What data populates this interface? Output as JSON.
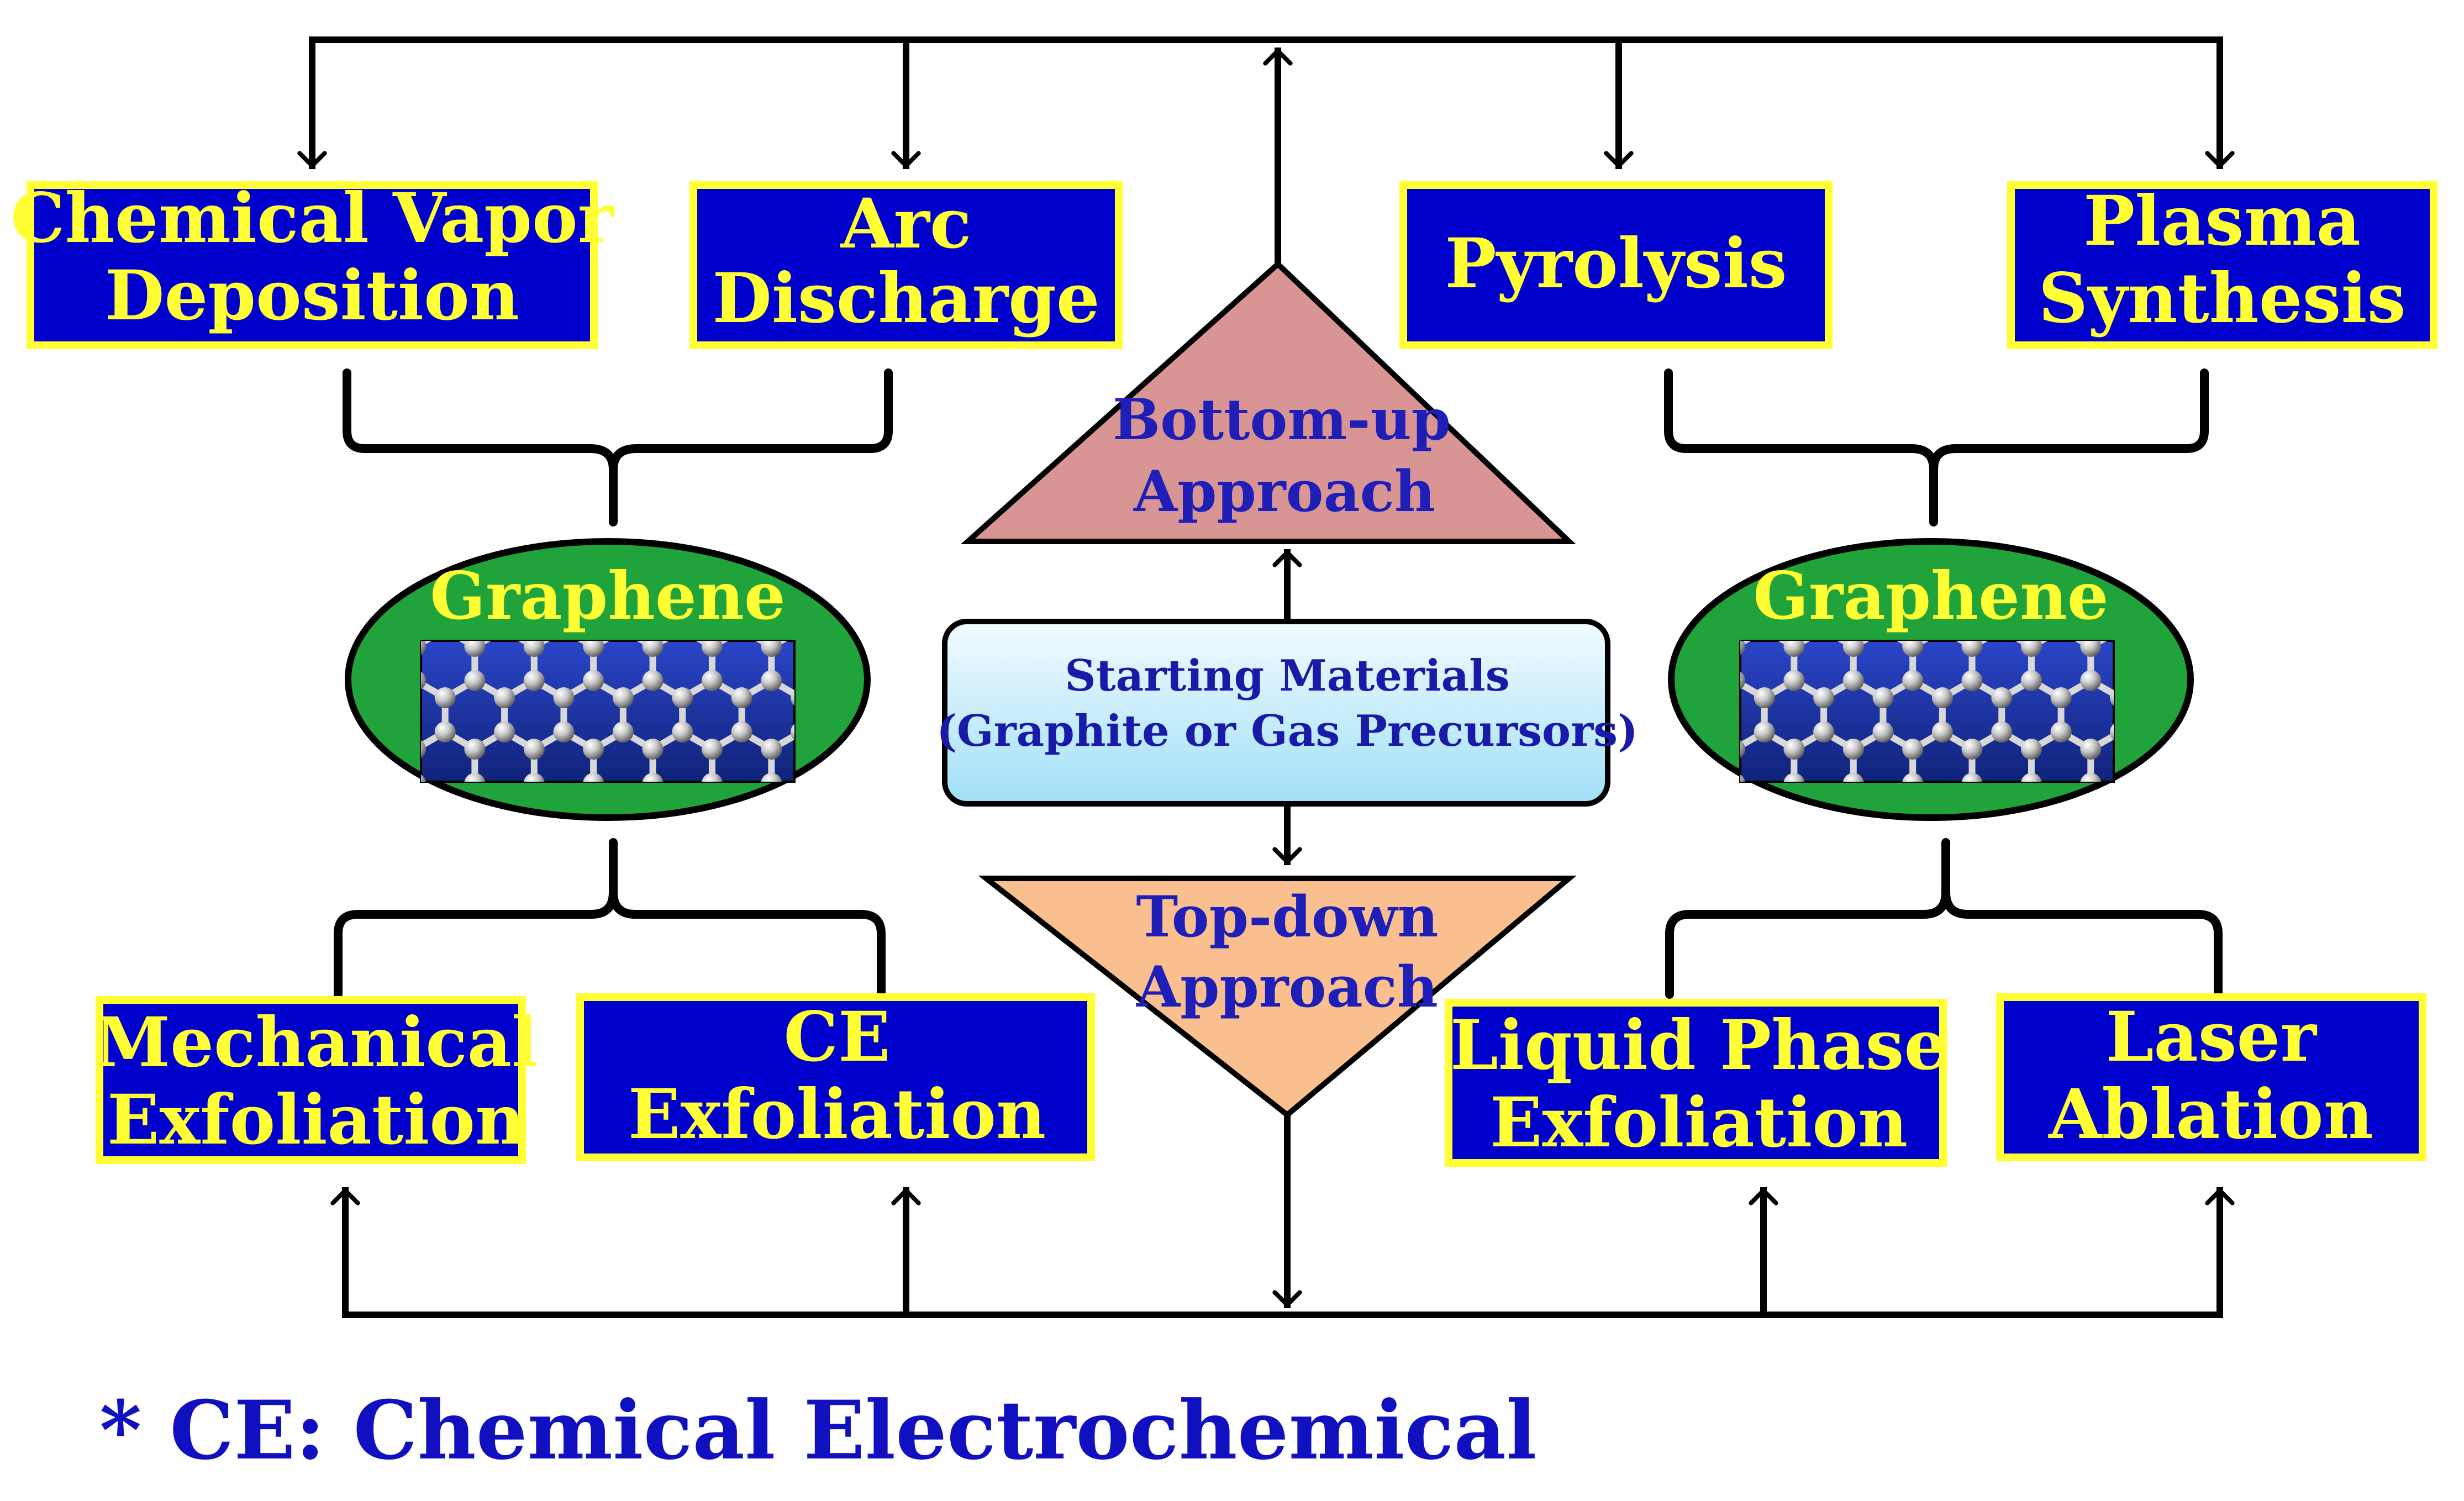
{
  "colors": {
    "box_fill": "#0000cc",
    "box_border": "#ffff33",
    "box_text": "#ffff33",
    "connector": "#000000",
    "ellipse_fill": "#1fa33a",
    "ellipse_text": "#ffff33",
    "bottom_up_fill": "#d99594",
    "top_down_fill": "#f9bf8f",
    "triangle_text": "#1f1fb8",
    "center_box_fill_top": "#f2fbff",
    "center_box_fill_bottom": "#9fe0f6",
    "center_text": "#1a1aa8",
    "footnote_text": "#1010c0",
    "graphene_bg": "#1a2fa0"
  },
  "top_methods": {
    "cvd": {
      "line1": "Chemical Vapor",
      "line2": "Deposition"
    },
    "arc": {
      "line1": "Arc",
      "line2": "Discharge"
    },
    "pyrolysis": {
      "line1": "Pyrolysis"
    },
    "plasma": {
      "line1": "Plasma",
      "line2": "Synthesis"
    }
  },
  "bottom_methods": {
    "mechanical": {
      "line1": "Mechanical",
      "line2": "Exfoliation"
    },
    "ce": {
      "line1": "CE",
      "line2": "Exfoliation"
    },
    "liquid": {
      "line1": "Liquid Phase",
      "line2": "Exfoliation"
    },
    "laser": {
      "line1": "Laser",
      "line2": "Ablation"
    }
  },
  "graphene": {
    "left_label": "Graphene",
    "right_label": "Graphene",
    "image_icon": "graphene-lattice-icon"
  },
  "approaches": {
    "bottom_up": {
      "line1": "Bottom-up",
      "line2": "Approach"
    },
    "top_down": {
      "line1": "Top-down",
      "line2": "Approach"
    }
  },
  "starting_materials": {
    "line1": "Starting Materials",
    "line2": "(Graphite or Gas Precursors)"
  },
  "footnote": "* CE: Chemical Electrochemical"
}
